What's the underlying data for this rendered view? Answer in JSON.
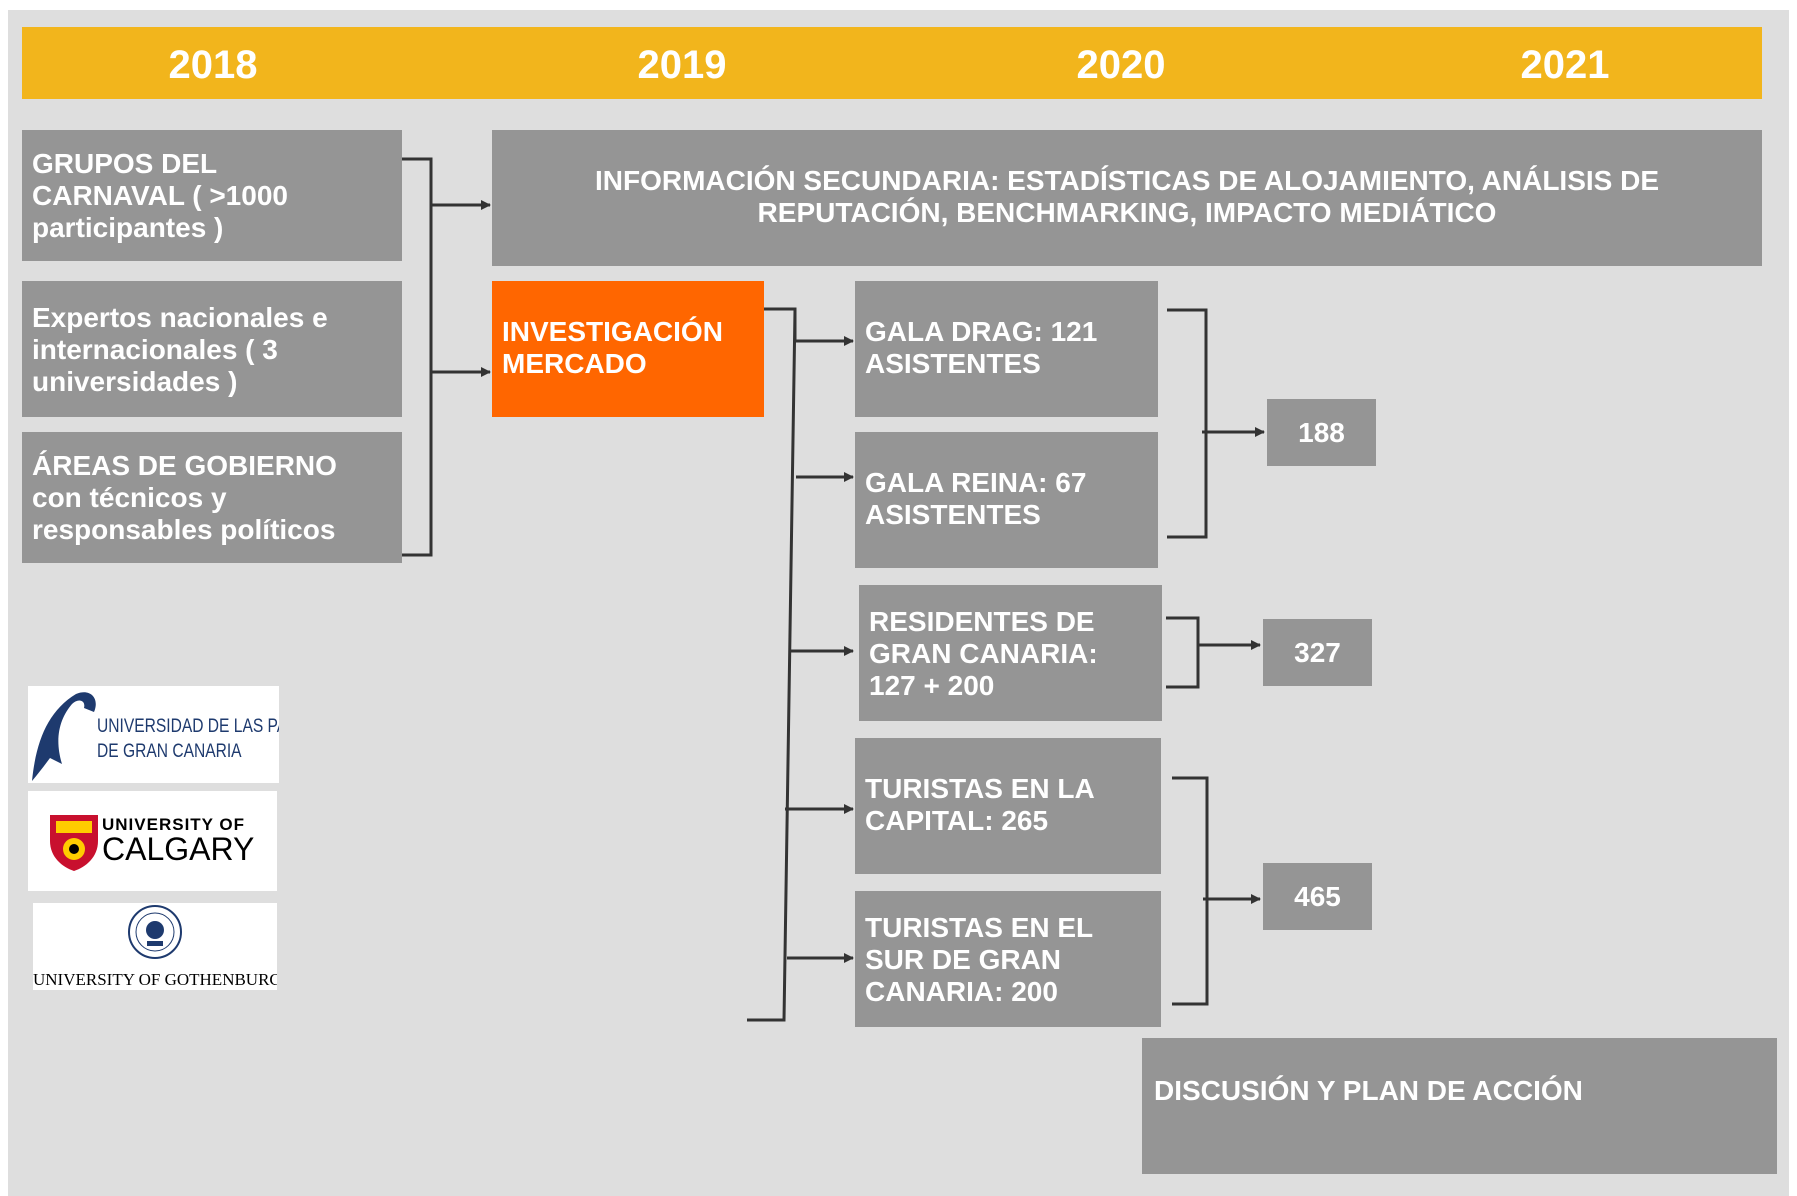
{
  "timeline": {
    "years": [
      "2018",
      "2019",
      "2020",
      "2021"
    ]
  },
  "colors": {
    "timeline_bar": "#f2b51c",
    "box_gray": "#959595",
    "box_highlight": "#ff6600",
    "background": "#dedede",
    "connector": "#333333"
  },
  "sources": [
    "GRUPOS DEL\nCARNAVAL ( >1000\nparticipantes )",
    "Expertos nacionales e\ninternacionales  ( 3\nuniversidades )",
    "ÁREAS DE GOBIERNO\ncon técnicos y\nresponsables políticos"
  ],
  "secondary_info": "INFORMACIÓN SECUNDARIA: ESTADÍSTICAS DE ALOJAMIENTO, ANÁLISIS DE\nREPUTACIÓN, BENCHMARKING, IMPACTO MEDIÁTICO",
  "market_research": "INVESTIGACIÓN\nMERCADO",
  "surveys": [
    "GALA DRAG: 121\nASISTENTES",
    "GALA REINA: 67\nASISTENTES",
    "RESIDENTES DE\nGRAN CANARIA:\n127 + 200",
    "TURISTAS EN LA\nCAPITAL: 265",
    "TURISTAS EN EL\nSUR DE GRAN\nCANARIA: 200"
  ],
  "totals": [
    "188",
    "327",
    "465"
  ],
  "conclusion": "DISCUSIÓN Y PLAN DE ACCIÓN",
  "logos": {
    "ulpgc": {
      "line1": "UNIVERSIDAD DE LAS PALMAS",
      "line2": "DE GRAN CANARIA"
    },
    "calgary": {
      "line1": "UNIVERSITY OF",
      "line2": "CALGARY"
    },
    "gothenburg": {
      "line1": "UNIVERSITY OF GOTHENBURG"
    }
  }
}
